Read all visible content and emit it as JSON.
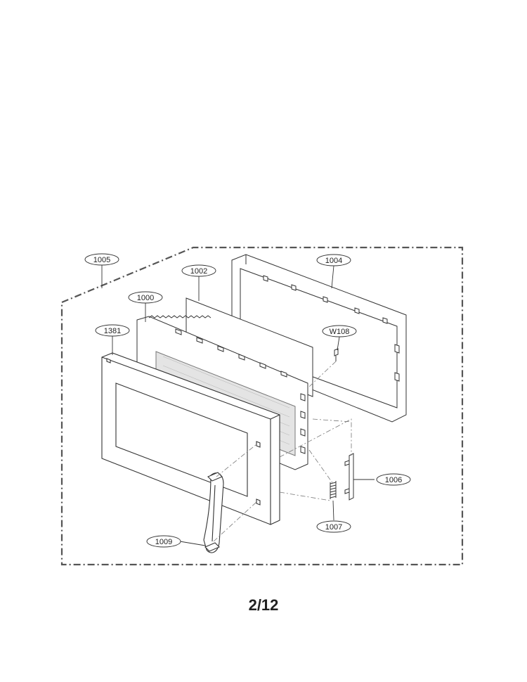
{
  "diagram": {
    "parts": [
      {
        "id": "1005"
      },
      {
        "id": "1002"
      },
      {
        "id": "1004"
      },
      {
        "id": "1000"
      },
      {
        "id": "W108"
      },
      {
        "id": "1381"
      },
      {
        "id": "1006"
      },
      {
        "id": "1007"
      },
      {
        "id": "1009"
      }
    ]
  },
  "page": {
    "number": "2/12"
  }
}
